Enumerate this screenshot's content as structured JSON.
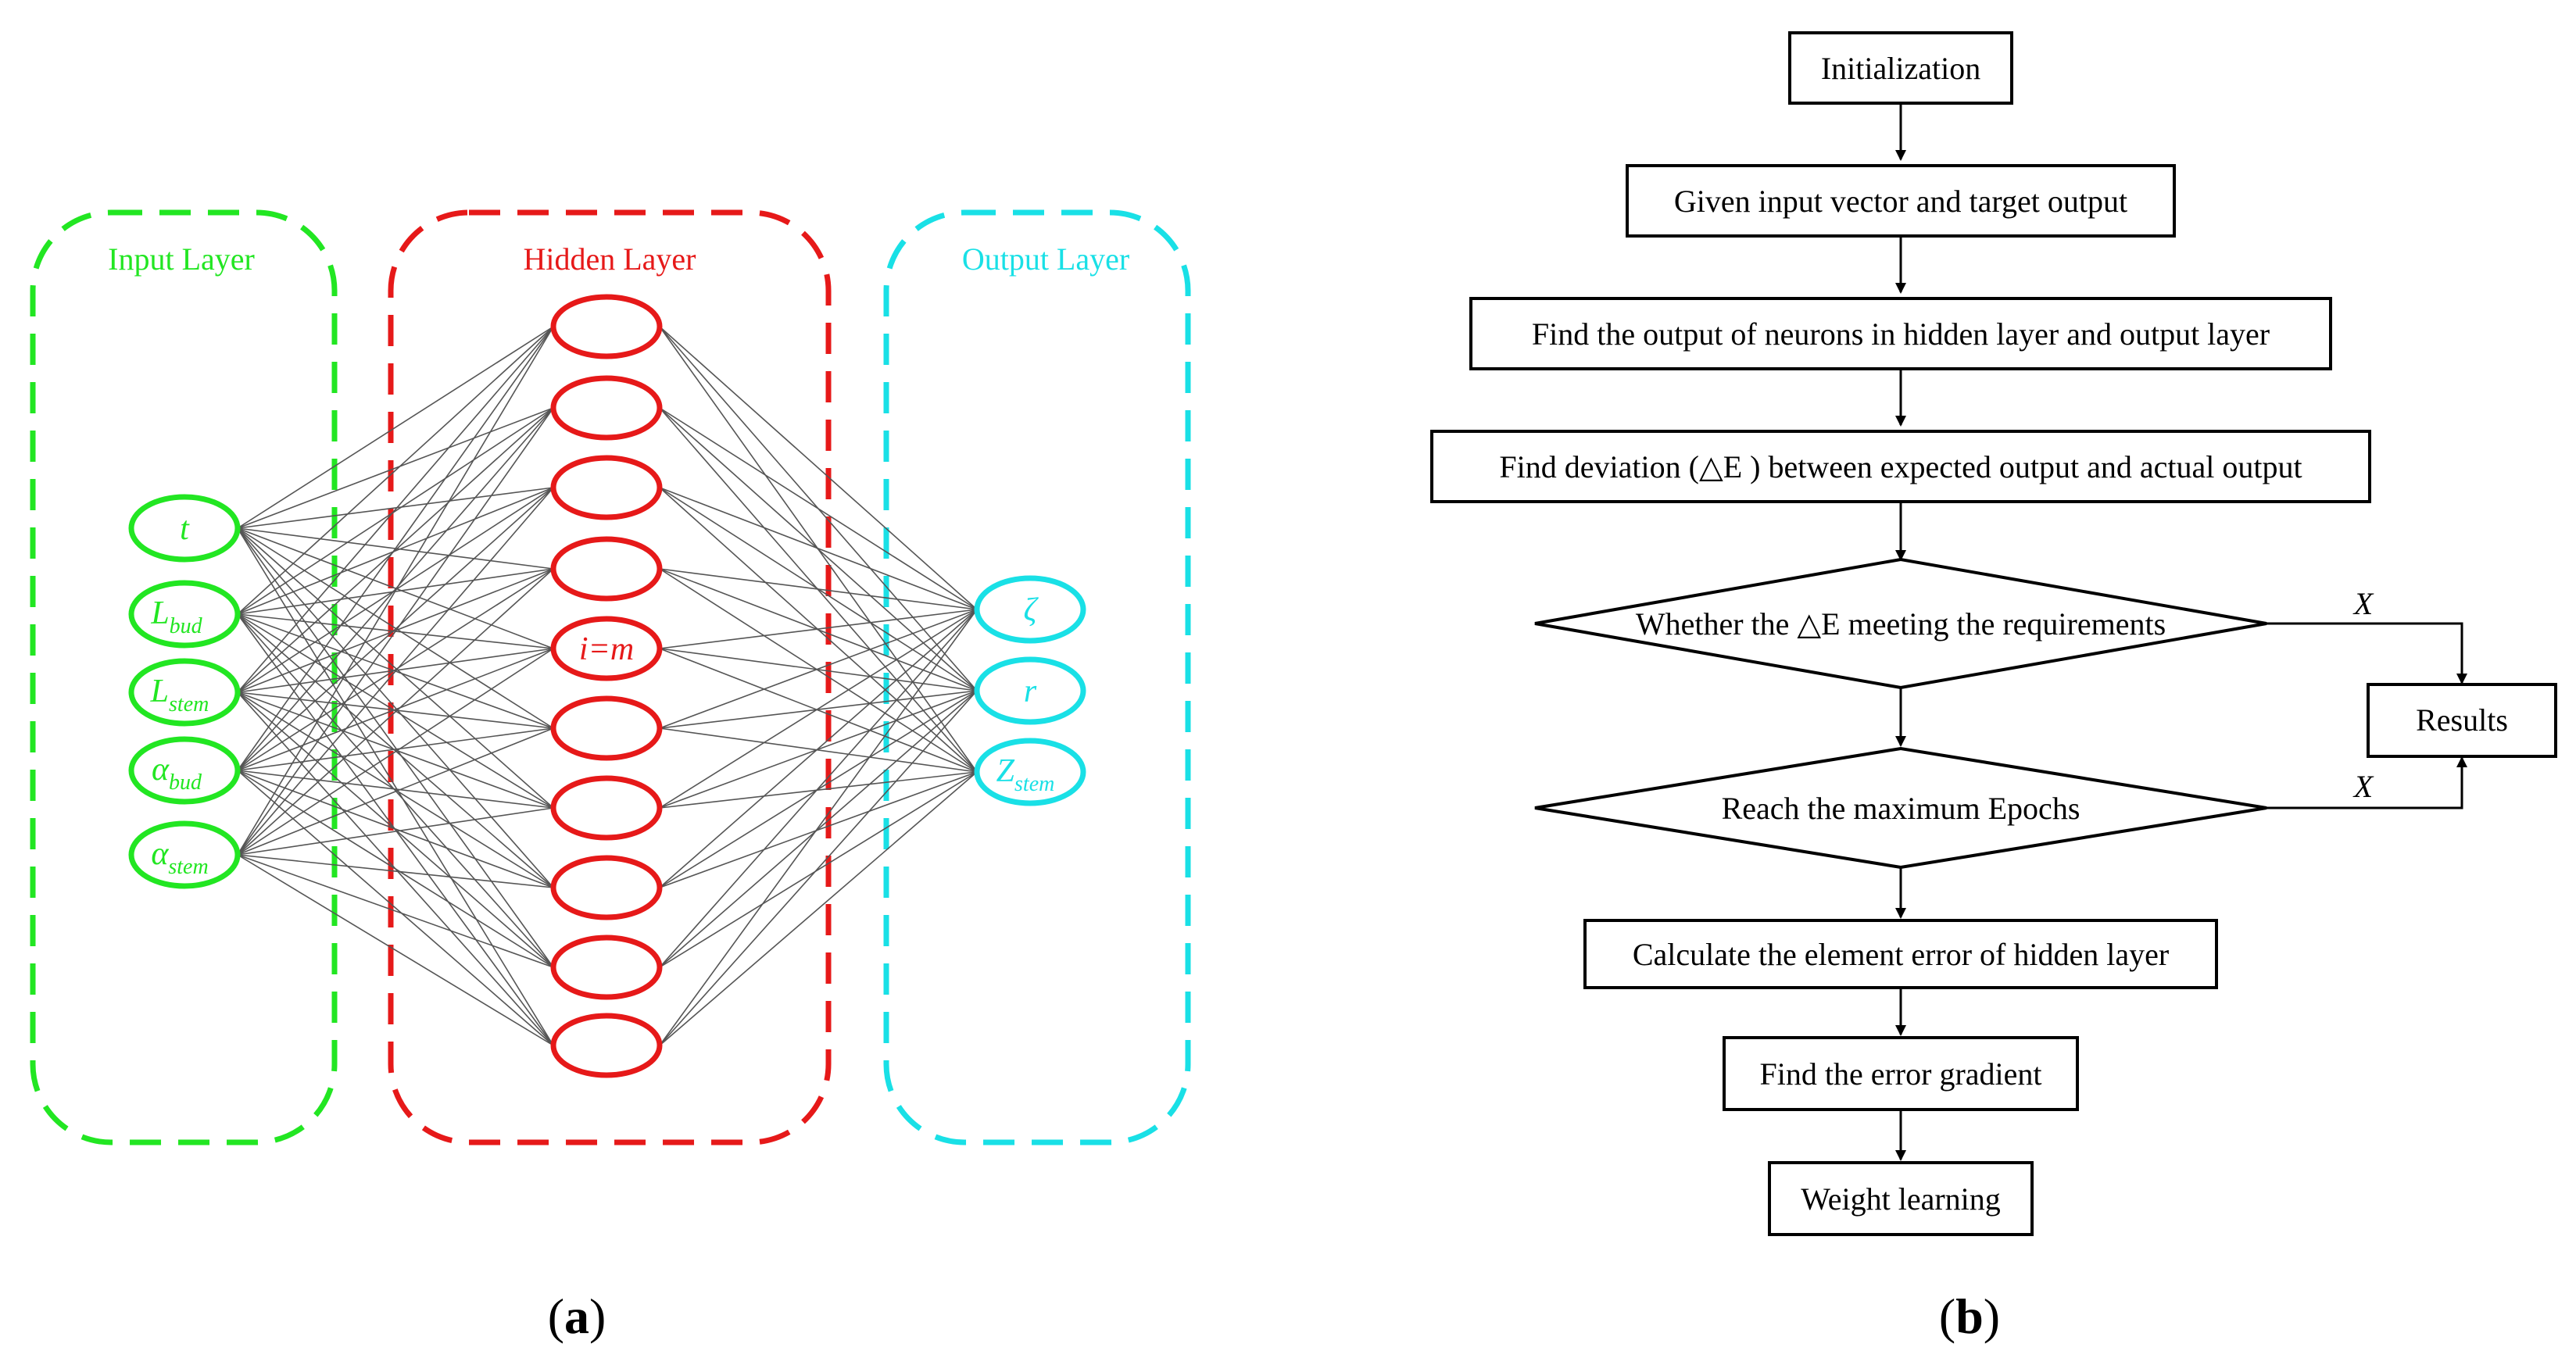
{
  "panel_a": {
    "caption_open": "(",
    "caption_letter": "a",
    "caption_close": ")",
    "input_layer": {
      "title": "Input Layer",
      "color": "#22e622",
      "nodes": [
        {
          "base": "t",
          "sub": ""
        },
        {
          "base": "L",
          "sub": "bud"
        },
        {
          "base": "L",
          "sub": "stem"
        },
        {
          "base": "α",
          "sub": "bud"
        },
        {
          "base": "α",
          "sub": "stem"
        }
      ]
    },
    "hidden_layer": {
      "title": "Hidden Layer",
      "color": "#e61919",
      "node_count": 10,
      "labeled_node_index": 4,
      "labeled_node_text": "i=m"
    },
    "output_layer": {
      "title": "Output Layer",
      "color": "#19e0e6",
      "nodes": [
        {
          "base": "ζ",
          "sub": ""
        },
        {
          "base": "r",
          "sub": ""
        },
        {
          "base": "Z",
          "sub": "stem"
        }
      ]
    },
    "connection_color": "#555555"
  },
  "panel_b": {
    "caption_open": "(",
    "caption_letter": "b",
    "caption_close": ")",
    "steps": {
      "initialization": "Initialization",
      "given_input": "Given input vector and target output",
      "find_output": "Find the output of neurons in hidden layer and output layer",
      "find_deviation": "Find deviation (△E ) between expected output and actual output",
      "check_requirements": "Whether the △E meeting the requirements",
      "check_epochs": "Reach the maximum Epochs",
      "calculate_error": "Calculate the element error of hidden layer",
      "error_gradient": "Find the error gradient",
      "weight_learning": "Weight learning",
      "results": "Results"
    },
    "branch_labels": {
      "requirements_branch": "X",
      "epochs_branch": "X"
    }
  }
}
